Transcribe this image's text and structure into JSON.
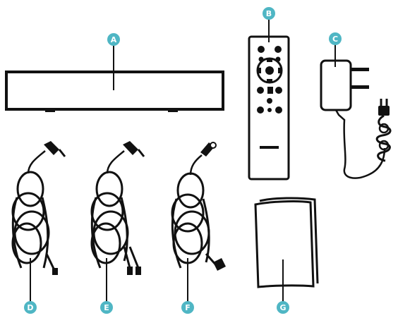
{
  "accent_color": "#4fb6c4",
  "line_color": "#111111",
  "callouts": {
    "a": "A",
    "b": "B",
    "c": "C",
    "d": "D",
    "e": "E",
    "f": "F",
    "g": "G"
  },
  "components": [
    {
      "callout": "A",
      "icon": "soundbar-icon"
    },
    {
      "callout": "B",
      "icon": "remote-control-icon"
    },
    {
      "callout": "C",
      "icon": "power-adapter-icon"
    },
    {
      "callout": "D",
      "icon": "cable-icon"
    },
    {
      "callout": "E",
      "icon": "cable-icon"
    },
    {
      "callout": "F",
      "icon": "cable-icon"
    },
    {
      "callout": "G",
      "icon": "user-manual-icon"
    }
  ]
}
